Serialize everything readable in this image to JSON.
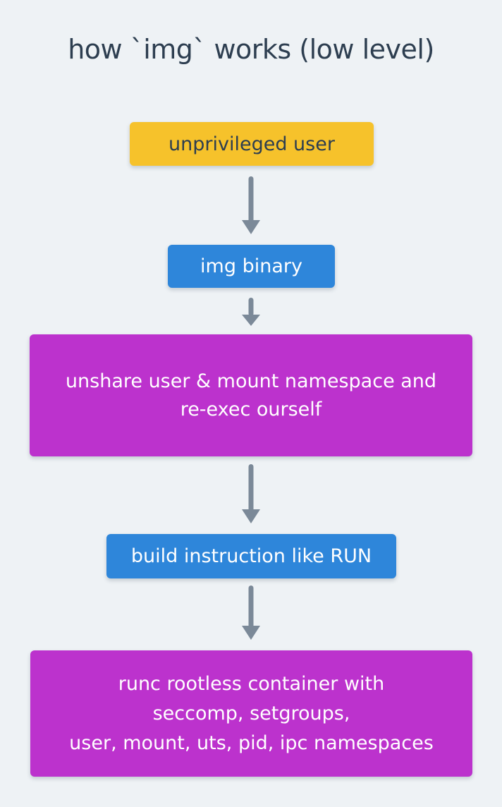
{
  "title": "how `img` works (low level)",
  "colors": {
    "background": "#eef2f5",
    "yellow": "#f6c22b",
    "blue": "#2e86da",
    "magenta": "#bc32cd",
    "arrow": "#7b8998",
    "title_text": "#2d3e50",
    "dark_text": "#2d3e50",
    "light_text": "#ffffff"
  },
  "nodes": {
    "unprivileged_user": {
      "label": "unprivileged user",
      "color": "yellow"
    },
    "img_binary": {
      "label": "img binary",
      "color": "blue"
    },
    "unshare": {
      "color": "magenta",
      "lines": [
        "unshare user & mount namespace and",
        "re-exec ourself"
      ]
    },
    "build_instruction": {
      "label": "build instruction like RUN",
      "color": "blue"
    },
    "runc": {
      "color": "magenta",
      "lines": [
        "runc rootless container with",
        "seccomp, setgroups,",
        "user, mount, uts, pid, ipc namespaces"
      ]
    }
  },
  "flow": [
    "unprivileged user",
    "img binary",
    "unshare user & mount namespace and re-exec ourself",
    "build instruction like RUN",
    "runc rootless container with seccomp, setgroups, user, mount, uts, pid, ipc namespaces"
  ]
}
